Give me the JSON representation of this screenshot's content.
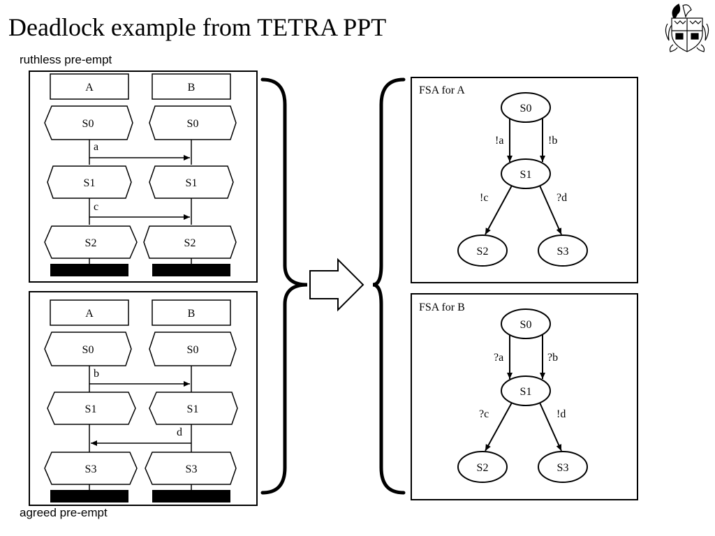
{
  "slide": {
    "title": "Deadlock example from TETRA PPT",
    "caption_top": "ruthless pre-empt",
    "caption_bottom": "agreed pre-empt"
  },
  "msc_top": {
    "col_a": "A",
    "col_b": "B",
    "a_states": [
      "S0",
      "S1",
      "S2"
    ],
    "b_states": [
      "S0",
      "S1",
      "S2"
    ],
    "msg1": "a",
    "msg2": "c"
  },
  "msc_bottom": {
    "col_a": "A",
    "col_b": "B",
    "a_states": [
      "S0",
      "S1",
      "S3"
    ],
    "b_states": [
      "S0",
      "S1",
      "S3"
    ],
    "msg1": "b",
    "msg2": "d"
  },
  "fsa_a": {
    "label": "FSA for A",
    "states": [
      "S0",
      "S1",
      "S2",
      "S3"
    ],
    "transitions": [
      "!a",
      "!b",
      "!c",
      "?d"
    ]
  },
  "fsa_b": {
    "label": "FSA for B",
    "states": [
      "S0",
      "S1",
      "S2",
      "S3"
    ],
    "transitions": [
      "?a",
      "?b",
      "?c",
      "!d"
    ]
  },
  "crest": {
    "icon": "university-crest-icon"
  }
}
